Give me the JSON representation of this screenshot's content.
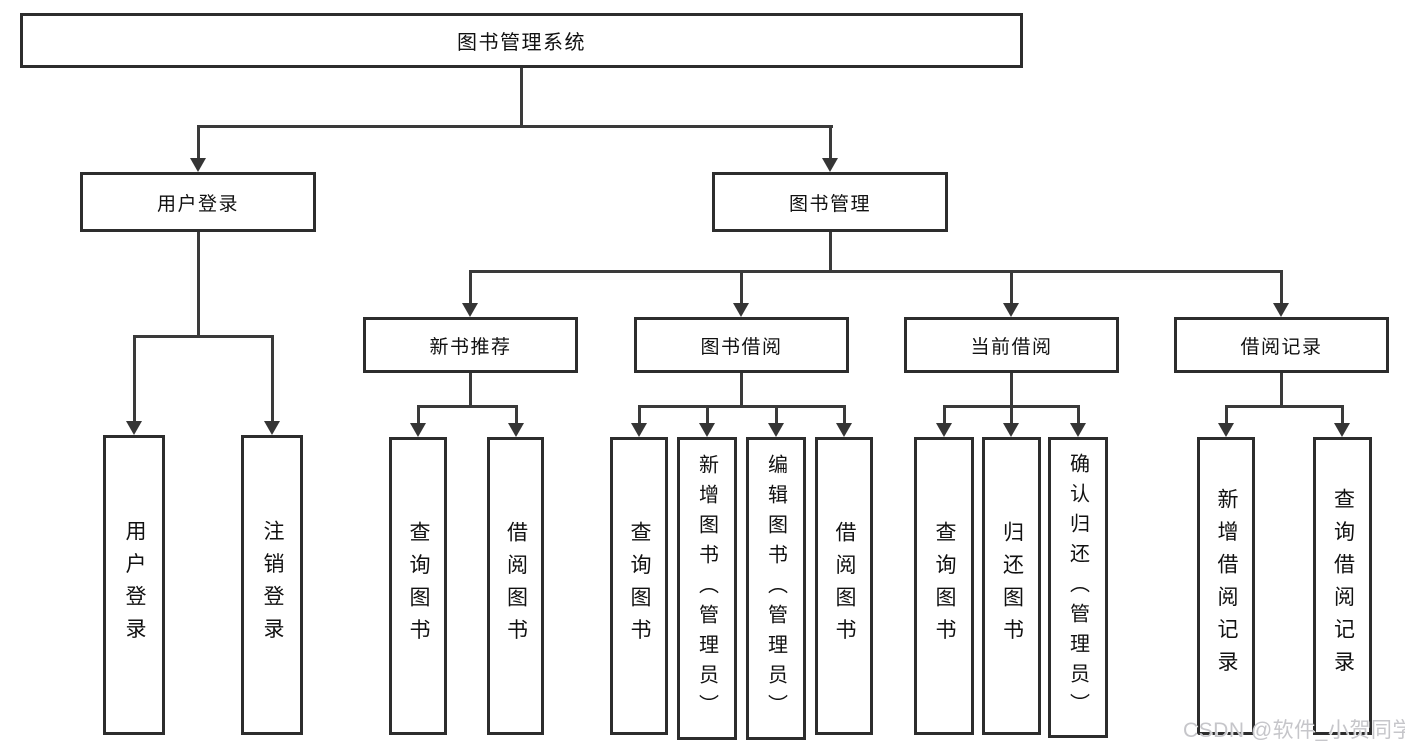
{
  "title": {
    "label": "图书管理系统"
  },
  "modules": {
    "user_login": {
      "label": "用户登录",
      "children": [
        "用户登录",
        "注销登录"
      ]
    },
    "book_management": {
      "label": "图书管理"
    }
  },
  "submodules": {
    "new_book_recommend": {
      "label": "新书推荐",
      "children": [
        "查询图书",
        "借阅图书"
      ]
    },
    "book_borrow": {
      "label": "图书借阅",
      "children": [
        "查询图书",
        "新增图书（管理员）",
        "编辑图书（管理员）",
        "借阅图书"
      ]
    },
    "current_borrow": {
      "label": "当前借阅",
      "children": [
        "查询图书",
        "归还图书",
        "确认归还（管理员）"
      ]
    },
    "borrow_record": {
      "label": "借阅记录",
      "children": [
        "新增借阅记录",
        "查询借阅记录"
      ]
    }
  },
  "watermark": {
    "text": "CSDN @软件_小贺同学"
  },
  "colors": {
    "line": "#3a3a3a",
    "box_border": "#2d2d2d",
    "box_fill": "#ffffff",
    "text": "#111111",
    "watermark": "#c6c6ca",
    "background": "#ffffff"
  }
}
